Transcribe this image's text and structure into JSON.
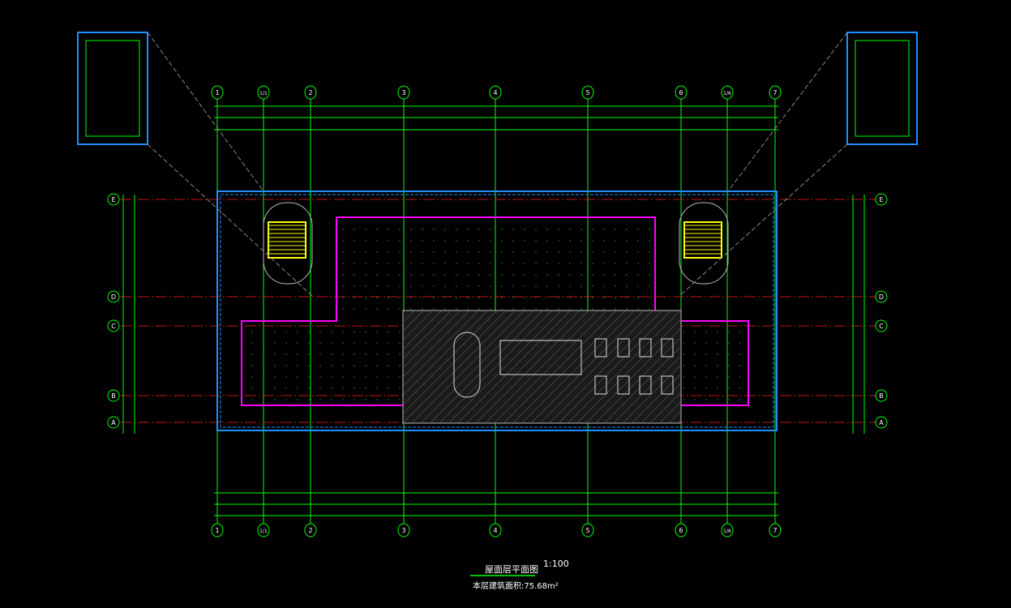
{
  "drawing": {
    "title": "屋面层平面图",
    "scale": "1:100",
    "area_note": "本层建筑面积:75.68m²"
  },
  "axes": {
    "columns": [
      "1",
      "1/1",
      "2",
      "3",
      "4",
      "5",
      "6",
      "1/6",
      "7"
    ],
    "rows": [
      "A",
      "B",
      "C",
      "D",
      "E"
    ]
  },
  "colors": {
    "grid": "#00ff00",
    "axis_line": "#ff2020",
    "wall": "#1e90ff",
    "parapet": "#ff00ff",
    "stair": "#ffff00",
    "text": "#ffffff"
  }
}
